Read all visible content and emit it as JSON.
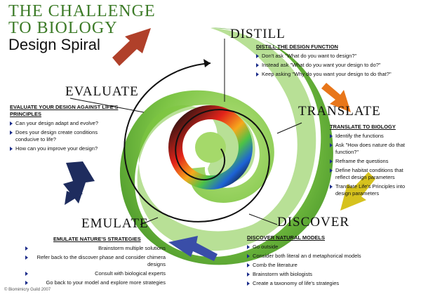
{
  "title": {
    "line1": "THE CHALLENGE",
    "line2": "TO BIOLOGY",
    "line3": "Design Spiral"
  },
  "stages": {
    "distill": "DISTILL",
    "translate": "TRANSLATE",
    "discover": "DISCOVER",
    "emulate": "EMULATE",
    "evaluate": "EVALUATE"
  },
  "distill_block": {
    "heading": "Distill the design function",
    "items": [
      "Don't ask \"What do you want to design?\"",
      "Instead ask \"What do you want your design to do?\"",
      "Keep asking \"Why do you want your design to do that?\""
    ]
  },
  "translate_block": {
    "heading": "Translate to biology",
    "items": [
      "Identify the functions",
      "Ask \"How does nature do that function?\"",
      "Reframe the questions",
      "Define habitat conditions that reflect design parameters",
      "Translate Life's Principles into design parameters"
    ]
  },
  "discover_block": {
    "heading": "Discover natural models",
    "items": [
      "Go outside",
      "Consider both literal an d metaphorical models",
      "Comb the literature",
      "Brainstorm with biologists",
      "Create a taxonomy of life's strategies"
    ]
  },
  "emulate_block": {
    "heading": "Emulate nature's strategies",
    "items": [
      "Brainstorm multiple solutions",
      "Refer back to the discover phase and consider chimera designs",
      "Consult with biological experts",
      "Go back to your model and explore more strategies"
    ]
  },
  "evaluate_block": {
    "heading": "Evaluate your design against Life's Principles",
    "items": [
      "Can your design adapt and evolve?",
      "Does your design create conditions conducive to life?",
      "How can you improve your design?"
    ]
  },
  "credit": "© Biomimicry Guild 2007",
  "colors": {
    "title_green": "#3b7a26",
    "spiral_green": "#6fbf3a",
    "bullet_blue": "#1a2c8a",
    "arrow_red": "#b0402a",
    "arrow_orange": "#e8761a",
    "arrow_yellow": "#d6c21e",
    "arrow_blue": "#3a4ea8",
    "arrow_navy": "#1e2c5e"
  }
}
